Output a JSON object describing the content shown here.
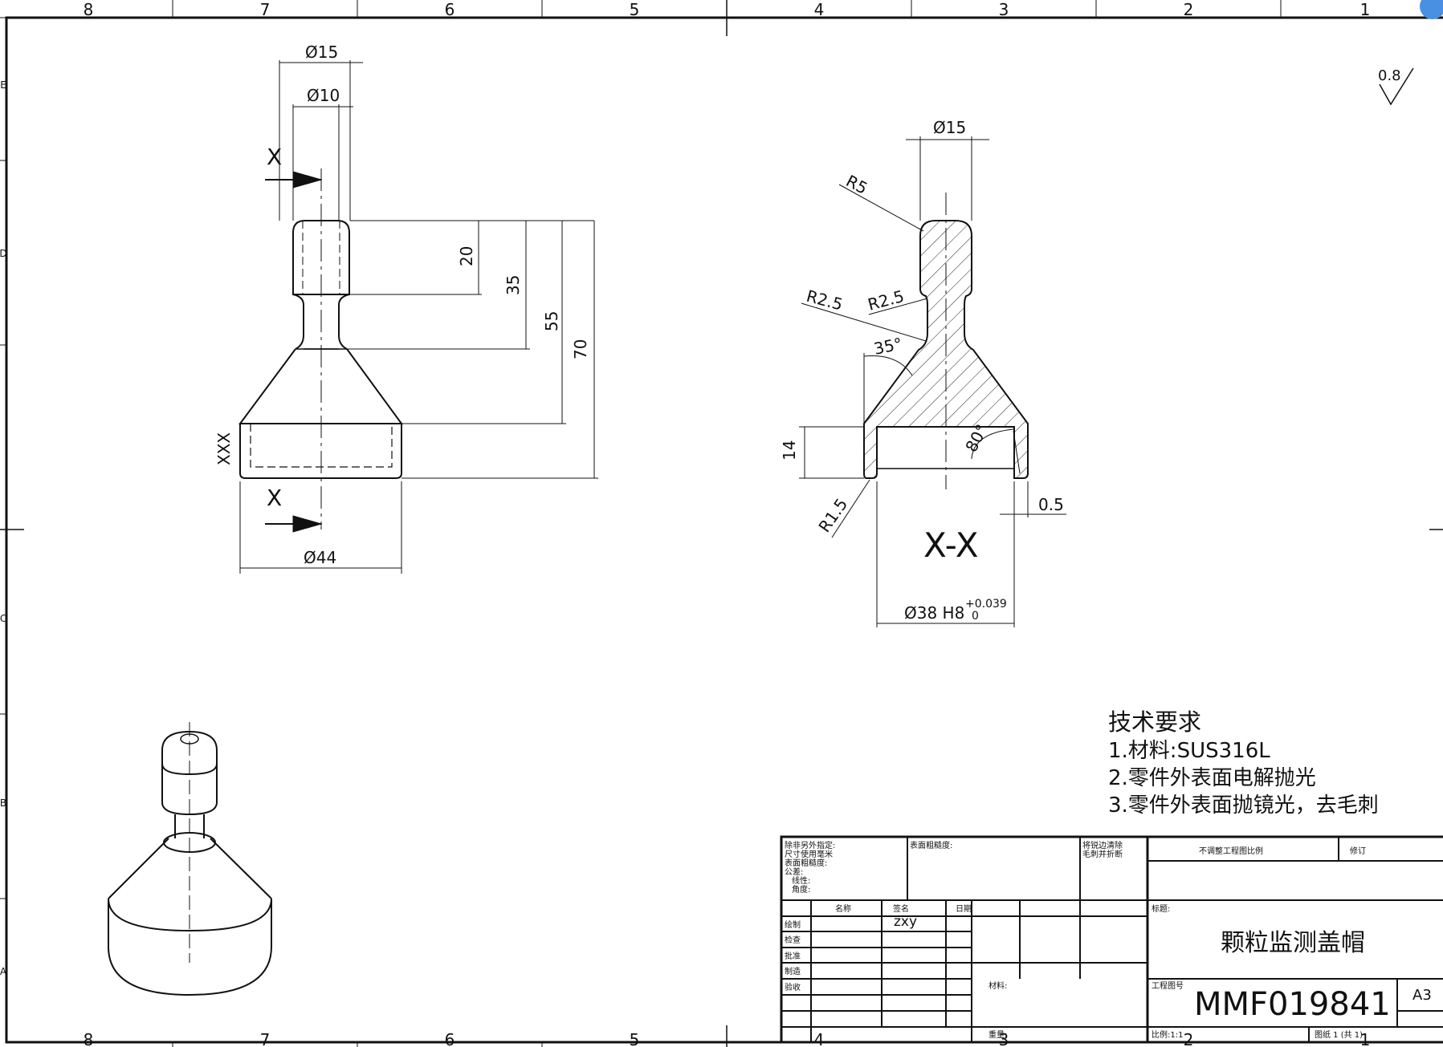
{
  "sheet": {
    "zone_columns": [
      "8",
      "7",
      "6",
      "5",
      "4",
      "3",
      "2",
      "1"
    ],
    "zone_rows_left": [
      "E",
      "D",
      "C",
      "B",
      "A"
    ]
  },
  "front_view": {
    "dia_top_outer": "Ø15",
    "dia_top_inner": "Ø10",
    "dia_base": "Ø44",
    "dim_20": "20",
    "dim_35": "35",
    "dim_55": "55",
    "dim_70": "70",
    "section_mark_top": "X",
    "section_mark_bottom": "X",
    "side_label": "XXX"
  },
  "section_view": {
    "dia_top": "Ø15",
    "r5": "R5",
    "r2_5_a": "R2.5",
    "r2_5_b": "R2.5",
    "angle_35": "35°",
    "angle_80": "80°",
    "dim_14": "14",
    "r1_5": "R1.5",
    "dim_0_5": "0.5",
    "title": "X-X",
    "bore": "Ø38 H8",
    "tol_upper": "+0.039",
    "tol_lower": "0"
  },
  "surface_finish": "0.8",
  "tech_requirements": {
    "title": "技术要求",
    "items": [
      "1.材料:SUS316L",
      "2.零件外表面电解抛光",
      "3.零件外表面抛镜光，去毛刺"
    ]
  },
  "title_block": {
    "general_notes": [
      "除非另外指定:",
      "尺寸使用毫米",
      "表面粗糙度:",
      "公差:",
      "线性:",
      "角度:"
    ],
    "surface_roughness_label": "表面粗糙度:",
    "edge_note": [
      "将锐边清除",
      "毛刺并折断"
    ],
    "no_scale": "不调整工程图比例",
    "revision": "修订",
    "col_name": "名称",
    "col_signature": "签名",
    "col_date": "日期",
    "rows": [
      "绘制",
      "检查",
      "批准",
      "制造",
      "验收"
    ],
    "drawn_by": "zxy",
    "material_label": "材料:",
    "title_label": "标题:",
    "part_title": "颗粒监测盖帽",
    "drawing_no_label": "工程图号",
    "drawing_no": "MMF019841",
    "size": "A3",
    "weight_label": "重量:",
    "scale_label": "比例:1:1",
    "sheet_label": "图纸 1 (共 1)"
  }
}
